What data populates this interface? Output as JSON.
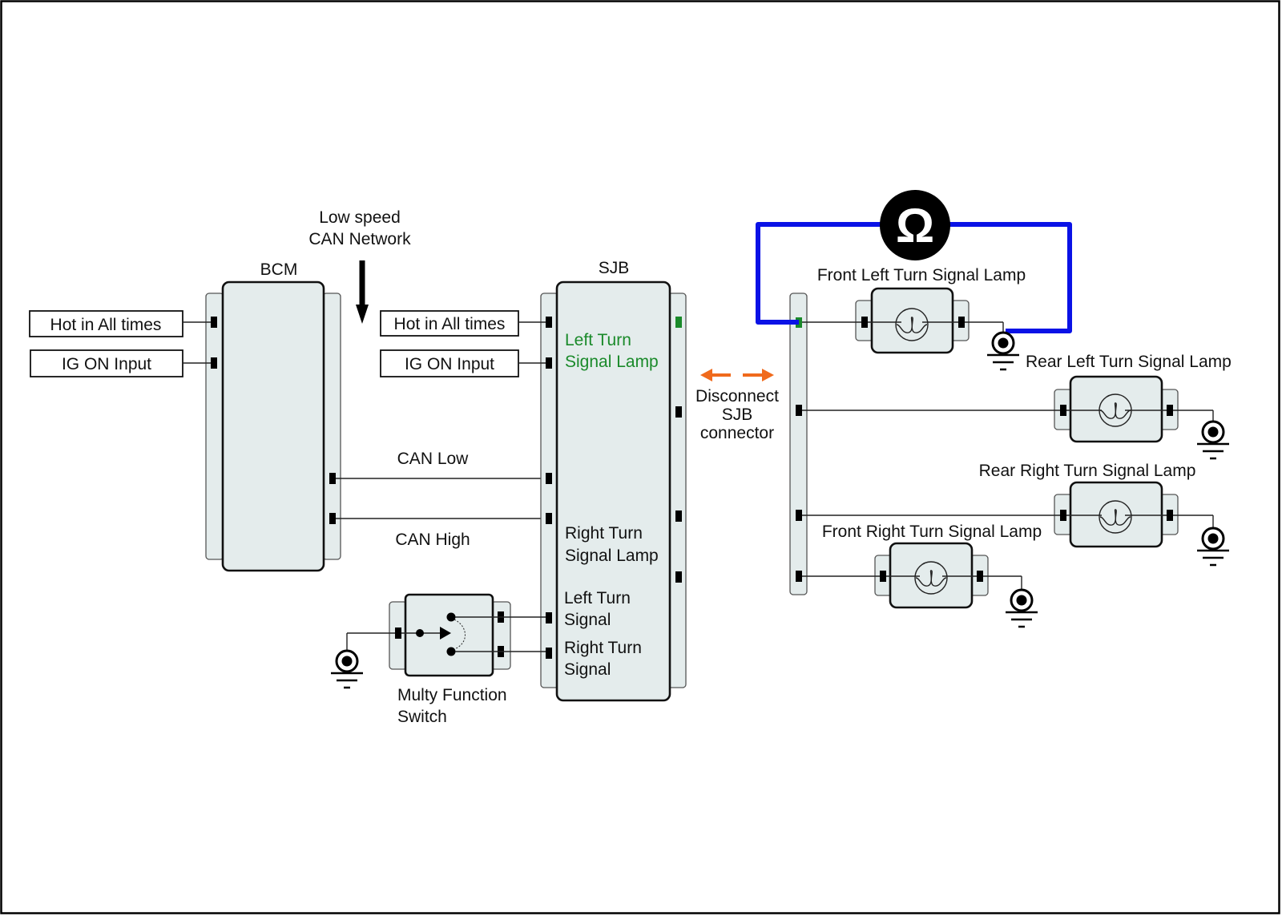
{
  "colors": {
    "highlight_green": "#1a8a2a",
    "meter_wire_blue": "#0a12e6",
    "disconnect_arrow_orange": "#f06a1c",
    "module_fill": "#e4ecec"
  },
  "network": {
    "label_line1": "Low speed",
    "label_line2": "CAN Network",
    "arrow_icon": "down-arrow-icon"
  },
  "bcm": {
    "title": "BCM",
    "inputs": [
      {
        "label": "Hot in All times"
      },
      {
        "label": "IG ON Input"
      }
    ]
  },
  "can_bus": {
    "low_label": "CAN Low",
    "high_label": "CAN High"
  },
  "sjb": {
    "title": "SJB",
    "inputs": [
      {
        "label": "Hot in All times"
      },
      {
        "label": "IG ON Input"
      }
    ],
    "internal_labels": {
      "left_lamp_line1": "Left Turn",
      "left_lamp_line2": "Signal Lamp",
      "right_lamp_line1": "Right Turn",
      "right_lamp_line2": "Signal Lamp",
      "left_signal_line1": "Left Turn",
      "left_signal_line2": "Signal",
      "right_signal_line1": "Right Turn",
      "right_signal_line2": "Signal"
    }
  },
  "switch": {
    "label_line1": "Multy Function",
    "label_line2": "Switch"
  },
  "disconnect": {
    "line1": "Disconnect",
    "line2": "SJB",
    "line3": "connector",
    "icon": "bidirectional-arrow-icon"
  },
  "meter": {
    "symbol": "Ω",
    "icon": "ohmmeter-icon"
  },
  "lamps": [
    {
      "label": "Front Left Turn Signal Lamp",
      "measured": true
    },
    {
      "label": "Rear Left Turn Signal Lamp",
      "measured": false
    },
    {
      "label": "Rear Right Turn Signal Lamp",
      "measured": false
    },
    {
      "label": "Front Right Turn Signal Lamp",
      "measured": false
    }
  ]
}
